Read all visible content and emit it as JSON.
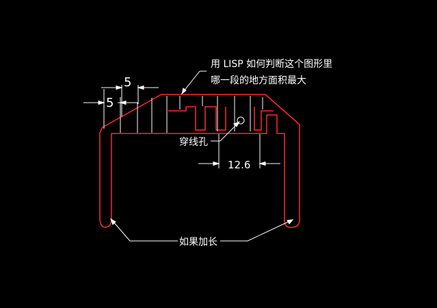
{
  "annotations": {
    "question_line1": "用 LISP 如何判断这个图形里",
    "question_line2": "哪一段的地方面积最大",
    "hole_label": "穿线孔",
    "extend_label": "如果加长"
  },
  "dimensions": {
    "top_width": "5",
    "left_width": "5",
    "offset": "12.6"
  },
  "colors": {
    "background": "#000000",
    "outline": "#ff2a2a",
    "dimension": "#ffffff",
    "hatch": "#ffffff"
  }
}
